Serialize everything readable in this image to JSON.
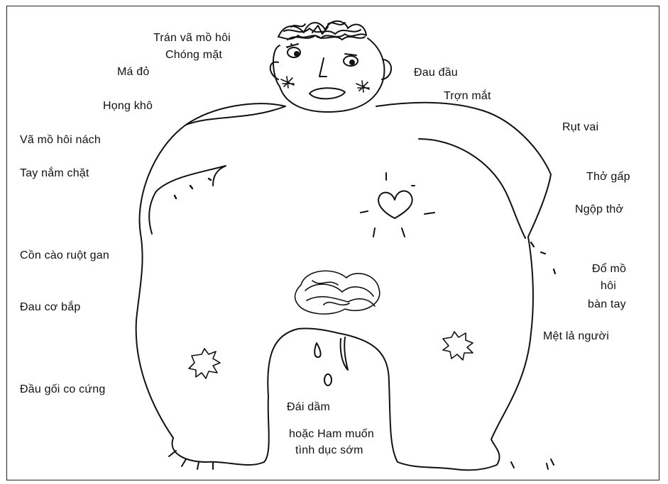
{
  "labels": {
    "tran_va_mo_hoi": "Trán vã mồ hôi",
    "chong_mat": "Chóng mặt",
    "ma_do": "Má đỏ",
    "dau_dau": "Đau đầu",
    "tron_mat": "Trợn mắt",
    "hong_kho": "Họng khô",
    "rut_vai": "Rụt vai",
    "va_mo_hoi_nach": "Vã mồ hôi nách",
    "tay_nam_chat": "Tay nắm chặt",
    "tho_gap": "Thở gấp",
    "ngop_tho": "Ngộp thở",
    "con_cao_ruot_gan": "Cồn cào ruột gan",
    "do_mo_hoi_ban_tay_1": "Đổ mồ",
    "do_mo_hoi_ban_tay_2": "hôi",
    "do_mo_hoi_ban_tay_3": "bàn tay",
    "dau_co_bap": "Đau cơ bắp",
    "met_la_nguoi": "Mệt lả người",
    "dau_goi_co_cung": "Đầu gối co cứng",
    "dai_dam": "Đái dầm",
    "ham_muon_1": "hoặc Ham muốn",
    "ham_muon_2": "tình dục sớm"
  }
}
